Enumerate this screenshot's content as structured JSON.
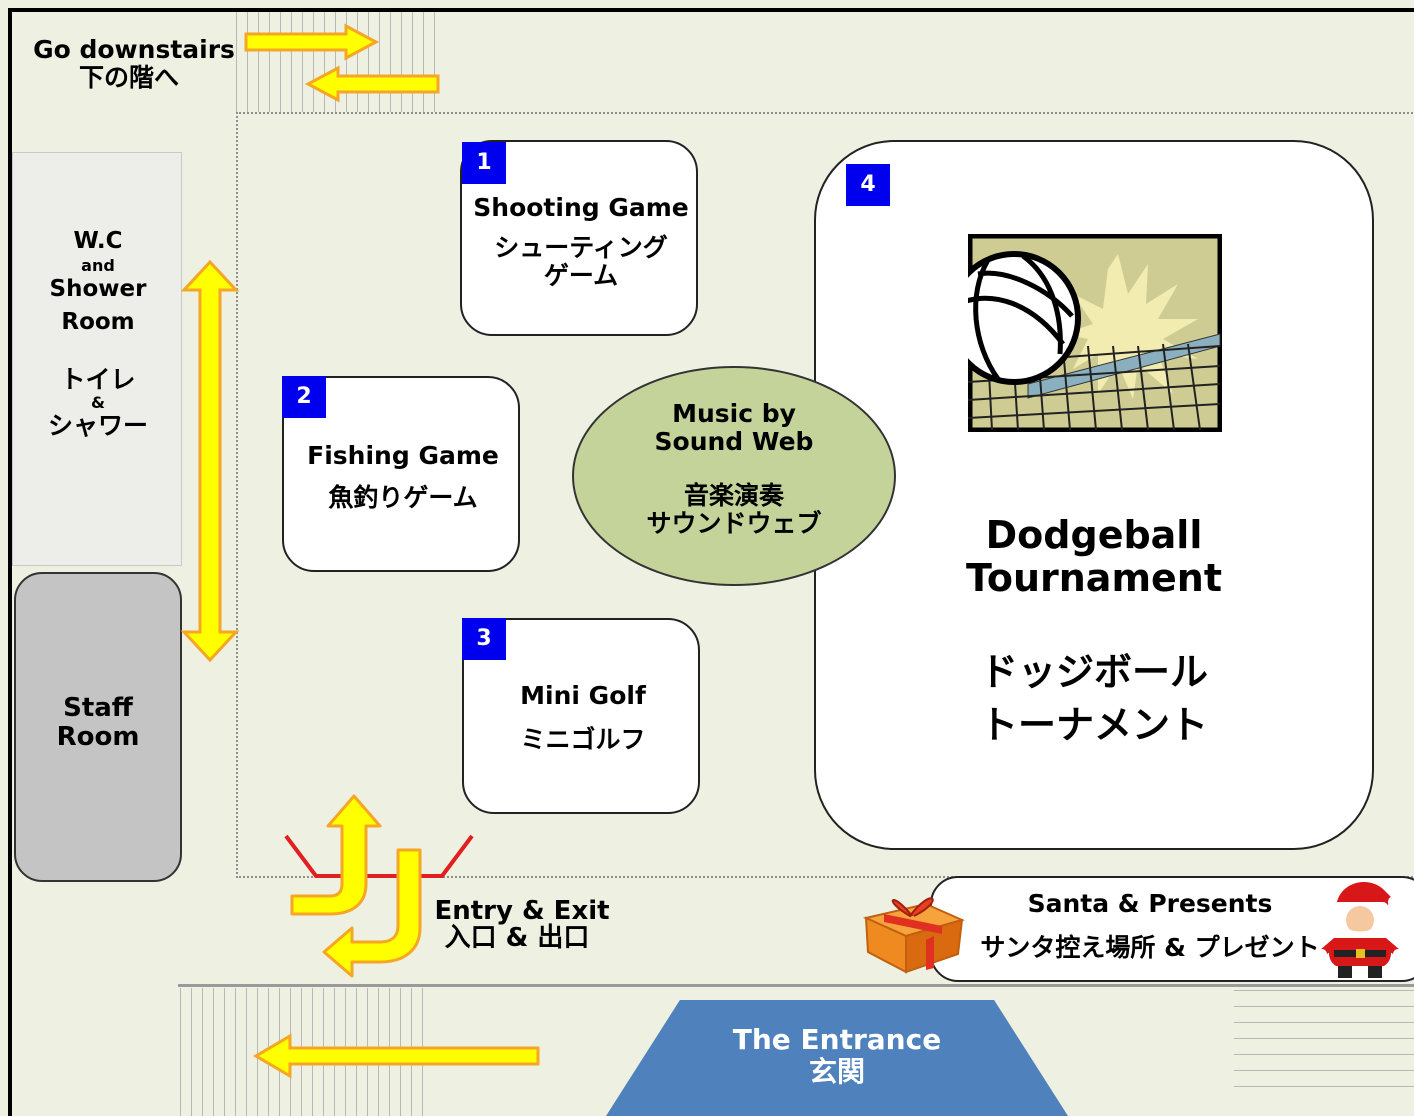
{
  "stairs": {
    "en": "Go downstairs",
    "ja": "下の階へ"
  },
  "restroom": {
    "en1": "W.C",
    "and": "and",
    "en2": "Shower",
    "en3": "Room",
    "ja1": "トイレ",
    "amp": "&",
    "ja2": "シャワー"
  },
  "staff_room": {
    "line1": "Staff",
    "line2": "Room"
  },
  "booths": [
    {
      "number": "1",
      "en": "Shooting Game",
      "ja1": "シューティング",
      "ja2": "ゲーム"
    },
    {
      "number": "2",
      "en": "Fishing Game",
      "ja": "魚釣りゲーム"
    },
    {
      "number": "3",
      "en": "Mini Golf",
      "ja": "ミニゴルフ"
    },
    {
      "number": "4",
      "en1": "Dodgeball",
      "en2": "Tournament",
      "ja1": "ドッジボール",
      "ja2": "トーナメント",
      "icon": "volleyball-net-icon"
    }
  ],
  "music": {
    "en1": "Music by",
    "en2": "Sound Web",
    "ja1": "音楽演奏",
    "ja2": "サウンドウェブ"
  },
  "entry_exit": {
    "en": "Entry & Exit",
    "ja": "入口 & 出口"
  },
  "santa": {
    "en": "Santa & Presents",
    "ja": "サンタ控え場所 & プレゼント",
    "icons": [
      "gift-icon",
      "santa-icon"
    ]
  },
  "entrance": {
    "en": "The Entrance",
    "ja": "玄関"
  },
  "colors": {
    "arrow_fill": "#ffff00",
    "arrow_stroke": "#f5a623",
    "booth_number_bg": "#0000ee",
    "music_stage": "#c3d39a",
    "staff_room": "#c4c4c4",
    "entrance": "#4f81bd",
    "floor": "#eef0e2",
    "door_marks": "#e02020"
  }
}
